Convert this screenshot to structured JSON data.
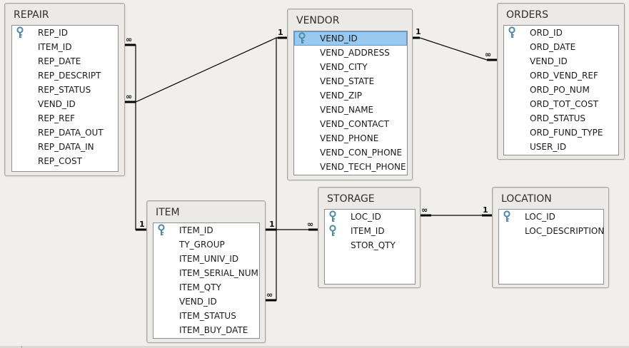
{
  "tables": [
    {
      "id": "repair",
      "title": "REPAIR",
      "fields": [
        {
          "name": "REP_ID",
          "key": true
        },
        {
          "name": "ITEM_ID"
        },
        {
          "name": "REP_DATE"
        },
        {
          "name": "REP_DESCRIPT"
        },
        {
          "name": "REP_STATUS"
        },
        {
          "name": "VEND_ID"
        },
        {
          "name": "REP_REF"
        },
        {
          "name": "REP_DATA_OUT"
        },
        {
          "name": "REP_DATA_IN"
        },
        {
          "name": "REP_COST"
        }
      ]
    },
    {
      "id": "vendor",
      "title": "VENDOR",
      "fields": [
        {
          "name": "VEND_ID",
          "key": true,
          "selected": true
        },
        {
          "name": "VEND_ADDRESS"
        },
        {
          "name": "VEND_CITY"
        },
        {
          "name": "VEND_STATE"
        },
        {
          "name": "VEND_ZIP"
        },
        {
          "name": "VEND_NAME"
        },
        {
          "name": "VEND_CONTACT"
        },
        {
          "name": "VEND_PHONE"
        },
        {
          "name": "VEND_CON_PHONE"
        },
        {
          "name": "VEND_TECH_PHONE"
        }
      ]
    },
    {
      "id": "orders",
      "title": "ORDERS",
      "fields": [
        {
          "name": "ORD_ID",
          "key": true
        },
        {
          "name": "ORD_DATE"
        },
        {
          "name": "VEND_ID"
        },
        {
          "name": "ORD_VEND_REF"
        },
        {
          "name": "ORD_PO_NUM"
        },
        {
          "name": "ORD_TOT_COST"
        },
        {
          "name": "ORD_STATUS"
        },
        {
          "name": "ORD_FUND_TYPE"
        },
        {
          "name": "USER_ID"
        }
      ]
    },
    {
      "id": "item",
      "title": "ITEM",
      "fields": [
        {
          "name": "ITEM_ID",
          "key": true
        },
        {
          "name": "TY_GROUP"
        },
        {
          "name": "ITEM_UNIV_ID"
        },
        {
          "name": "ITEM_SERIAL_NUM"
        },
        {
          "name": "ITEM_QTY"
        },
        {
          "name": "VEND_ID"
        },
        {
          "name": "ITEM_STATUS"
        },
        {
          "name": "ITEM_BUY_DATE"
        }
      ]
    },
    {
      "id": "storage",
      "title": "STORAGE",
      "fields": [
        {
          "name": "LOC_ID",
          "key": true
        },
        {
          "name": "ITEM_ID",
          "key": true
        },
        {
          "name": "STOR_QTY"
        }
      ]
    },
    {
      "id": "location",
      "title": "LOCATION",
      "fields": [
        {
          "name": "LOC_ID",
          "key": true
        },
        {
          "name": "LOC_DESCRIPTION"
        }
      ]
    }
  ],
  "relationships": [
    {
      "from": "vendor",
      "to": "repair",
      "one": "1",
      "many": "∞"
    },
    {
      "from": "vendor",
      "to": "orders",
      "one": "1",
      "many": "∞"
    },
    {
      "from": "vendor",
      "to": "item",
      "one": "1",
      "many": "∞"
    },
    {
      "from": "item",
      "to": "repair",
      "one": "1",
      "many": "∞"
    },
    {
      "from": "item",
      "to": "storage",
      "one": "1",
      "many": "∞"
    },
    {
      "from": "location",
      "to": "storage",
      "one": "1",
      "many": "∞"
    }
  ],
  "colors": {
    "selected": "#99c9ef",
    "key_icon": "#5a8fa8",
    "line": "#000000"
  }
}
